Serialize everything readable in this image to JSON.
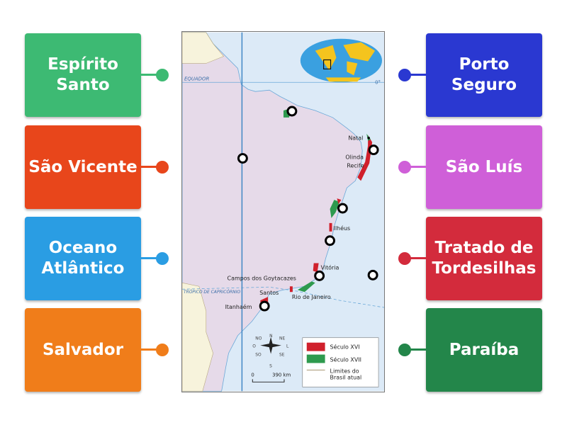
{
  "left_cards": [
    {
      "label": "Espírito\nSanto",
      "color": "#3dba73"
    },
    {
      "label": "São Vicente",
      "color": "#e8461b"
    },
    {
      "label": "Oceano\nAtlântico",
      "color": "#2a9de3"
    },
    {
      "label": "Salvador",
      "color": "#f07d1a"
    }
  ],
  "right_cards": [
    {
      "label": "Porto\nSeguro",
      "color": "#2a38d1"
    },
    {
      "label": "São Luís",
      "color": "#cf5fd8"
    },
    {
      "label": "Tratado de\nTordesilhas",
      "color": "#d32b3c"
    },
    {
      "label": "Paraíba",
      "color": "#23864a"
    }
  ],
  "map": {
    "equator_label": "EQUADOR",
    "zero_label": "0°",
    "tropic_label": "TRÓPICO DE CAPRICÓRNIO",
    "cities": [
      "Natal",
      "Olinda",
      "Recife",
      "Ilhéus",
      "Vitória",
      "Campos dos Goytacazes",
      "Santos",
      "Rio de Janeiro",
      "Itanhaém"
    ],
    "compass": {
      "n": "N",
      "ne": "NE",
      "l": "L",
      "se": "SE",
      "s": "S",
      "so": "SO",
      "o": "O",
      "no": "NO"
    },
    "scale": {
      "start": "0",
      "end": "390 km"
    },
    "legend": [
      {
        "label": "Século XVI",
        "color": "#d0202c"
      },
      {
        "label": "Século XVII",
        "color": "#2e9a4e"
      },
      {
        "label": "Limites do Brasil atual",
        "color": "#b0a080"
      }
    ]
  }
}
